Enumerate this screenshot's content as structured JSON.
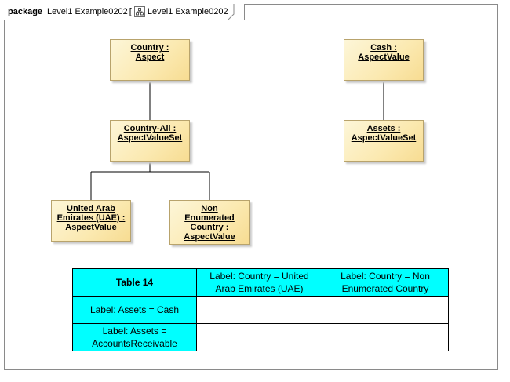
{
  "frame": {
    "keyword": "package",
    "name": "Level1 Example0202",
    "bracket_open": "[",
    "diagram_name": "Level1 Example0202",
    "bracket_close": "]"
  },
  "nodes": {
    "country_aspect": {
      "line1": "Country :",
      "line2": "Aspect"
    },
    "country_all": {
      "line1": "Country-All :",
      "line2": "AspectValueSet"
    },
    "uae": {
      "line1": "United Arab",
      "line2": "Emirates (UAE) :",
      "line3": "AspectValue"
    },
    "non_enumerated": {
      "line1": "Non",
      "line2": "Enumerated",
      "line3": "Country :",
      "line4": "AspectValue"
    },
    "cash": {
      "line1": "Cash :",
      "line2": "AspectValue"
    },
    "assets": {
      "line1": "Assets :",
      "line2": "AspectValueSet"
    }
  },
  "table": {
    "title": "Table 14",
    "col1": "Label: Country = United Arab Emirates (UAE)",
    "col2": "Label: Country = Non Enumerated Country",
    "row1": "Label: Assets = Cash",
    "row2": "Label: Assets = AccountsReceivable",
    "cells": [
      [
        "",
        ""
      ],
      [
        "",
        ""
      ]
    ]
  },
  "colors": {
    "node_fill": "#fbe9b0",
    "node_border": "#b8a36c",
    "table_header": "#00ffff"
  }
}
